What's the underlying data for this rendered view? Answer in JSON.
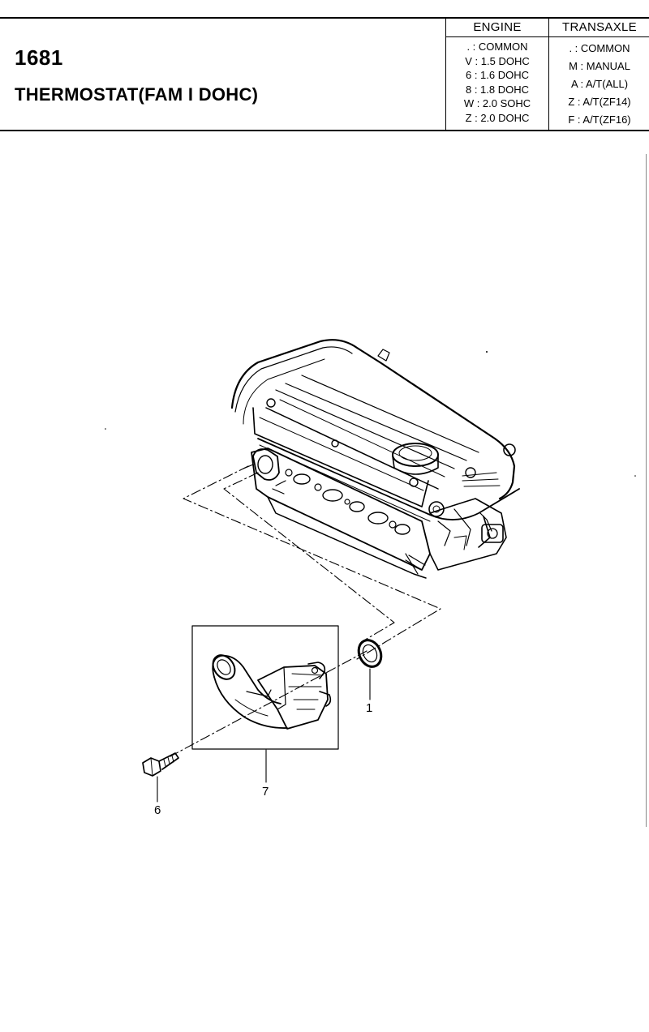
{
  "header": {
    "part_number": "1681",
    "title": "THERMOSTAT(FAM I DOHC)"
  },
  "engine": {
    "heading": "ENGINE",
    "codes": [
      ". : COMMON",
      "V : 1.5 DOHC",
      "6 : 1.6 DOHC",
      "8 : 1.8 DOHC",
      "W : 2.0 SOHC",
      "Z : 2.0 DOHC"
    ]
  },
  "transaxle": {
    "heading": "TRANSAXLE",
    "codes": [
      ". : COMMON",
      "M : MANUAL",
      "A : A/T(ALL)",
      "Z : A/T(ZF14)",
      "F : A/T(ZF16)"
    ]
  },
  "callouts": {
    "gasket": "1",
    "housing": "7",
    "bolt": "6"
  }
}
